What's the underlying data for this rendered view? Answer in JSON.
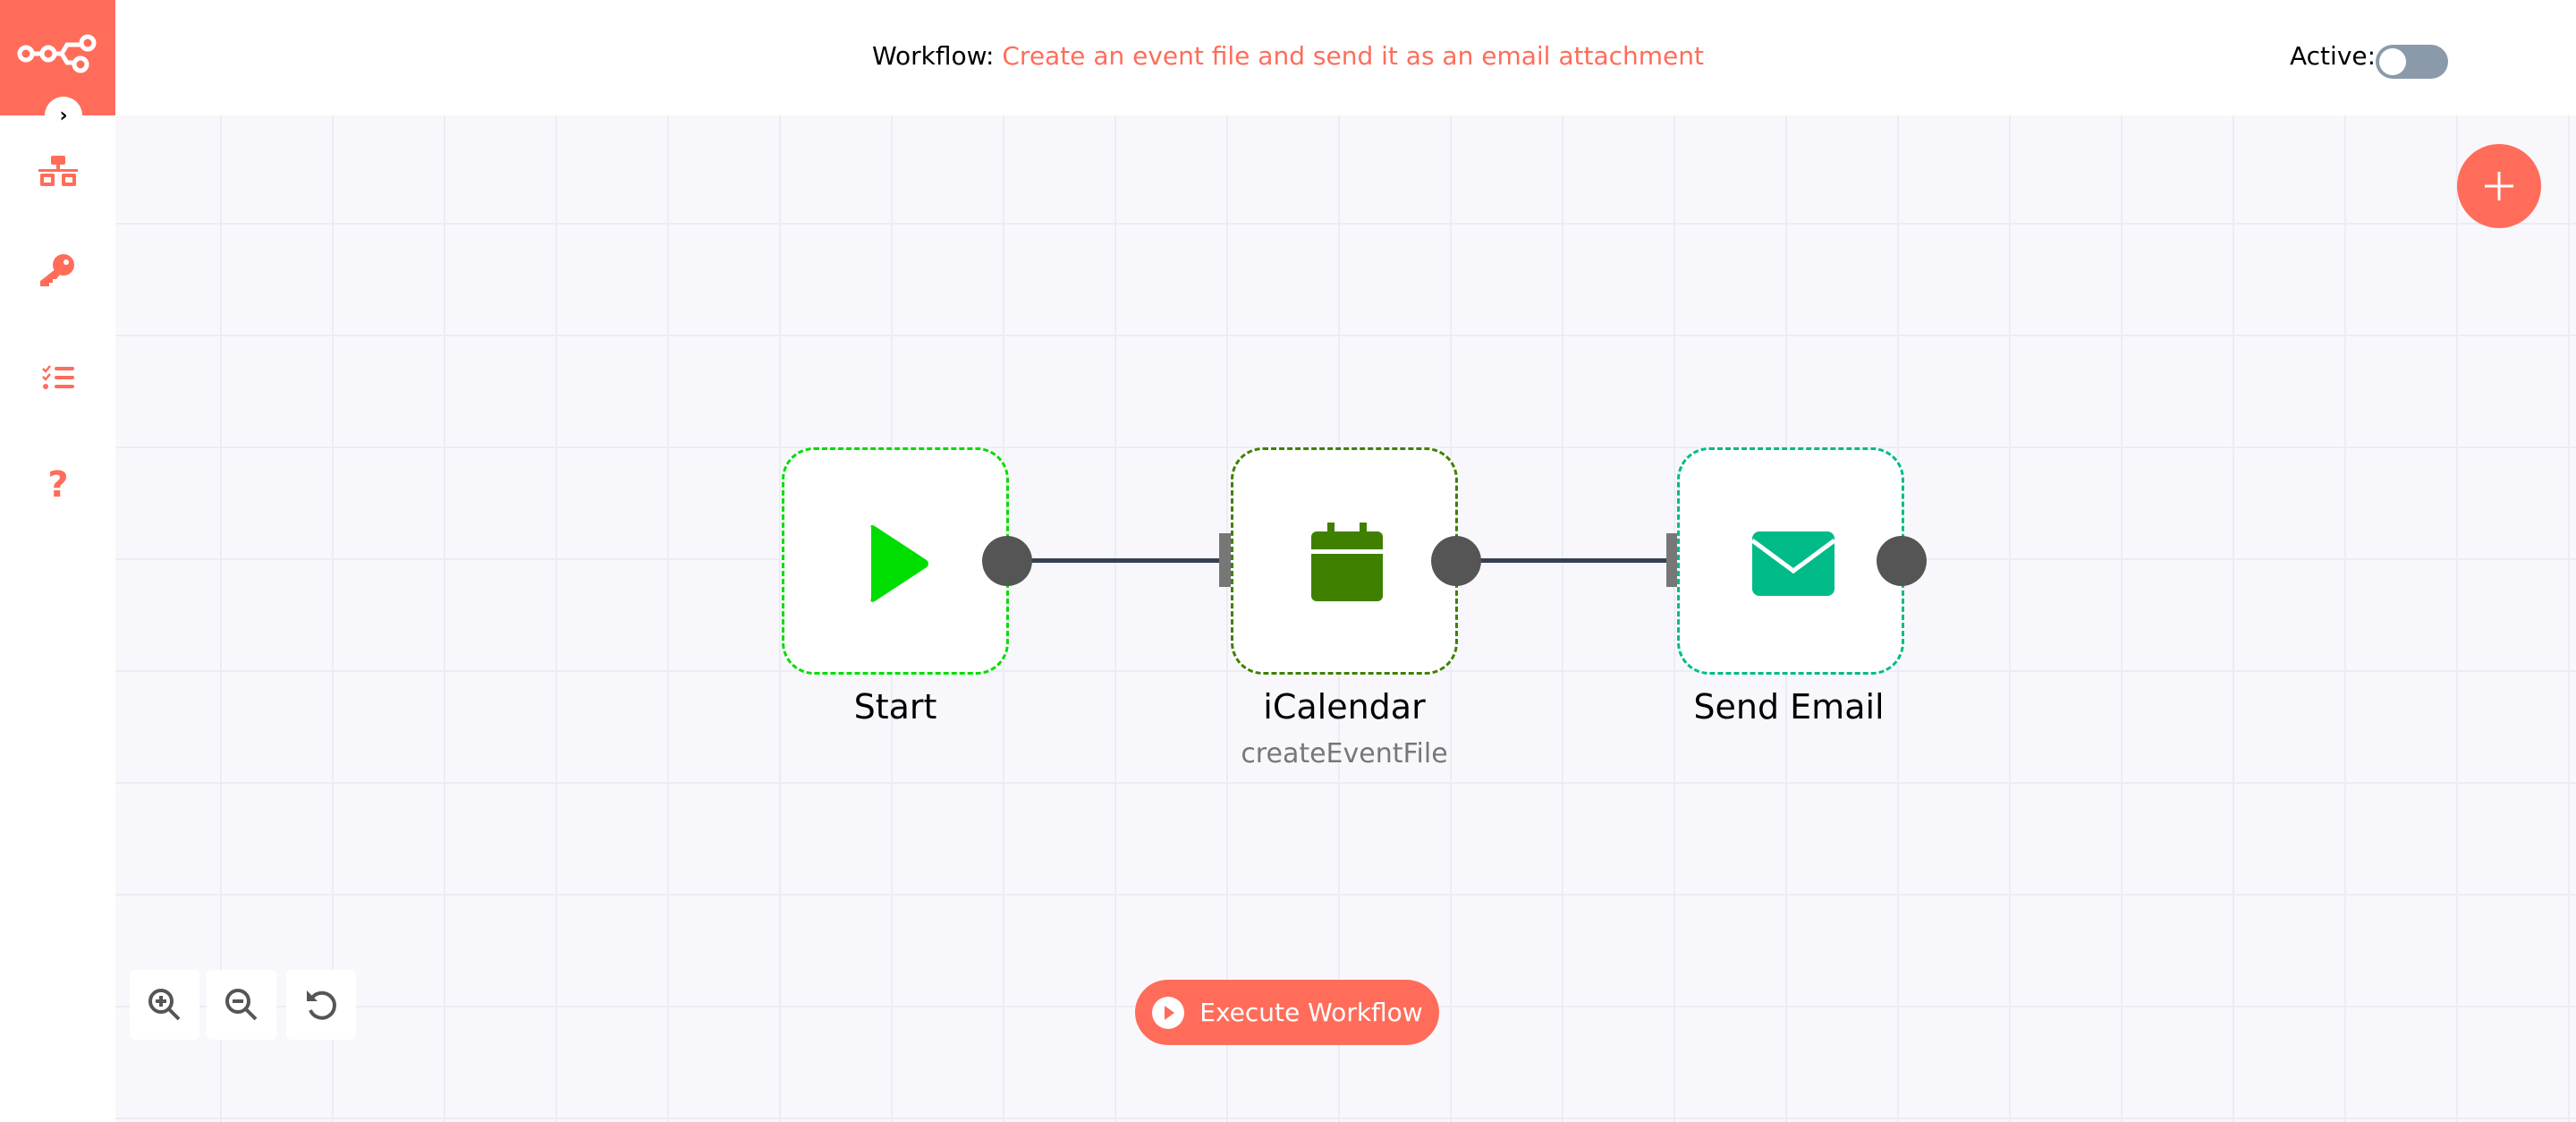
{
  "header": {
    "workflow_label": "Workflow:",
    "workflow_name": "Create an event file and send it as an email attachment",
    "active_label": "Active:",
    "active": false
  },
  "sidebar": {
    "items": [
      {
        "icon": "network-icon"
      },
      {
        "icon": "key-icon"
      },
      {
        "icon": "checklist-icon"
      },
      {
        "icon": "question-icon"
      }
    ]
  },
  "nodes": [
    {
      "label": "Start",
      "subtitle": "",
      "color": "#00dd00"
    },
    {
      "label": "iCalendar",
      "subtitle": "createEventFile",
      "color": "#408000"
    },
    {
      "label": "Send Email",
      "subtitle": "",
      "color": "#00bb88"
    }
  ],
  "toolbar": {
    "execute_label": "Execute Workflow"
  },
  "colors": {
    "accent": "#ff6d5a"
  }
}
